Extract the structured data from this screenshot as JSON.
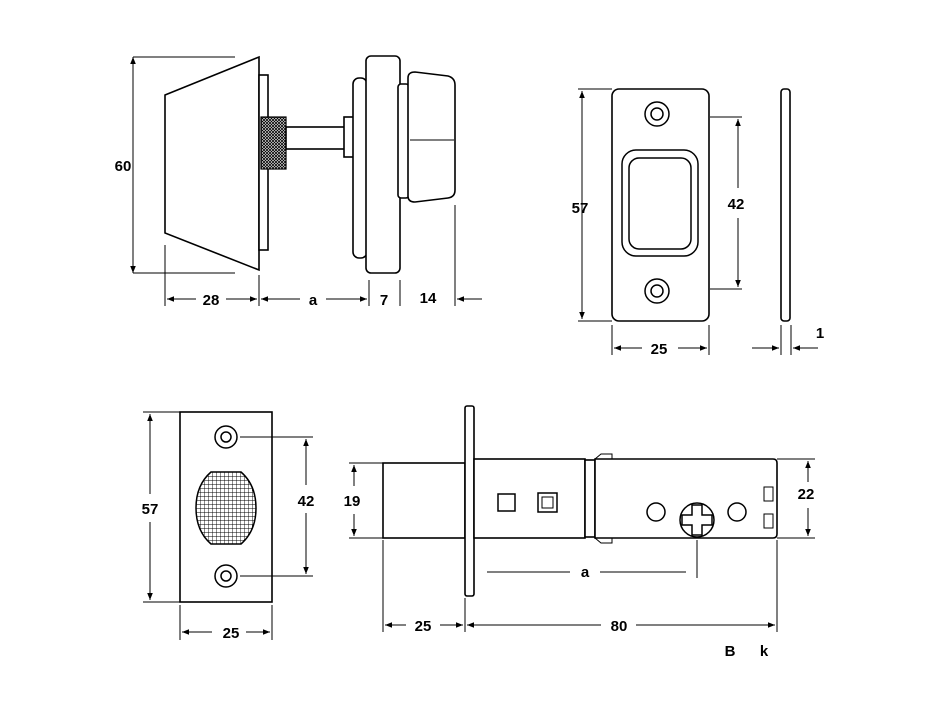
{
  "colors": {
    "line": "#000000",
    "background": "#ffffff"
  },
  "dimensions": {
    "knob_height": "60",
    "knob_depth": "28",
    "spindle_length": "a",
    "rose_thickness": "7",
    "turn_depth": "14",
    "strike_plate_height": "57",
    "strike_plate_hole_spacing": "42",
    "strike_plate_width": "25",
    "strike_plate_thickness": "1",
    "faceplate_height": "57",
    "faceplate_hole_spacing": "42",
    "faceplate_width": "25",
    "bolt_height": "19",
    "bolt_projection": "25",
    "case_length": "80",
    "backset": "a",
    "case_height": "22"
  },
  "codes": {
    "first": "B",
    "second": "k"
  }
}
